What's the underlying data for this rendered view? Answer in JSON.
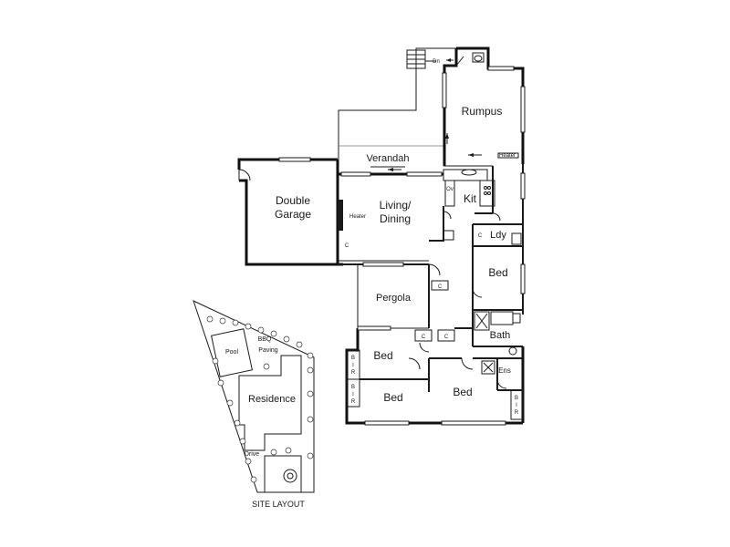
{
  "floor_plan": {
    "rooms": {
      "rumpus": "Rumpus",
      "verandah": "Verandah",
      "double_garage_line1": "Double",
      "double_garage_line2": "Garage",
      "living_line1": "Living/",
      "living_line2": "Dining",
      "kitchen": "Kit",
      "laundry": "Ldy",
      "bed_east": "Bed",
      "pergola": "Pergola",
      "bath": "Bath",
      "bed_north_west": "Bed",
      "bed_south_west": "Bed",
      "bed_main": "Bed",
      "ensuite": "Ens"
    },
    "fixtures": {
      "heater_living": "Heater",
      "heater_rumpus": "Heater",
      "oven": "Ov",
      "deck_label": "Dn",
      "built_in_robe_letters": [
        "B",
        "I",
        "R"
      ],
      "cupboard": "C"
    }
  },
  "site_layout": {
    "caption": "SITE LAYOUT",
    "labels": {
      "pool": "Pool",
      "bbq": "BBQ",
      "paving": "Paving",
      "residence": "Residence",
      "drive": "Drive"
    }
  }
}
